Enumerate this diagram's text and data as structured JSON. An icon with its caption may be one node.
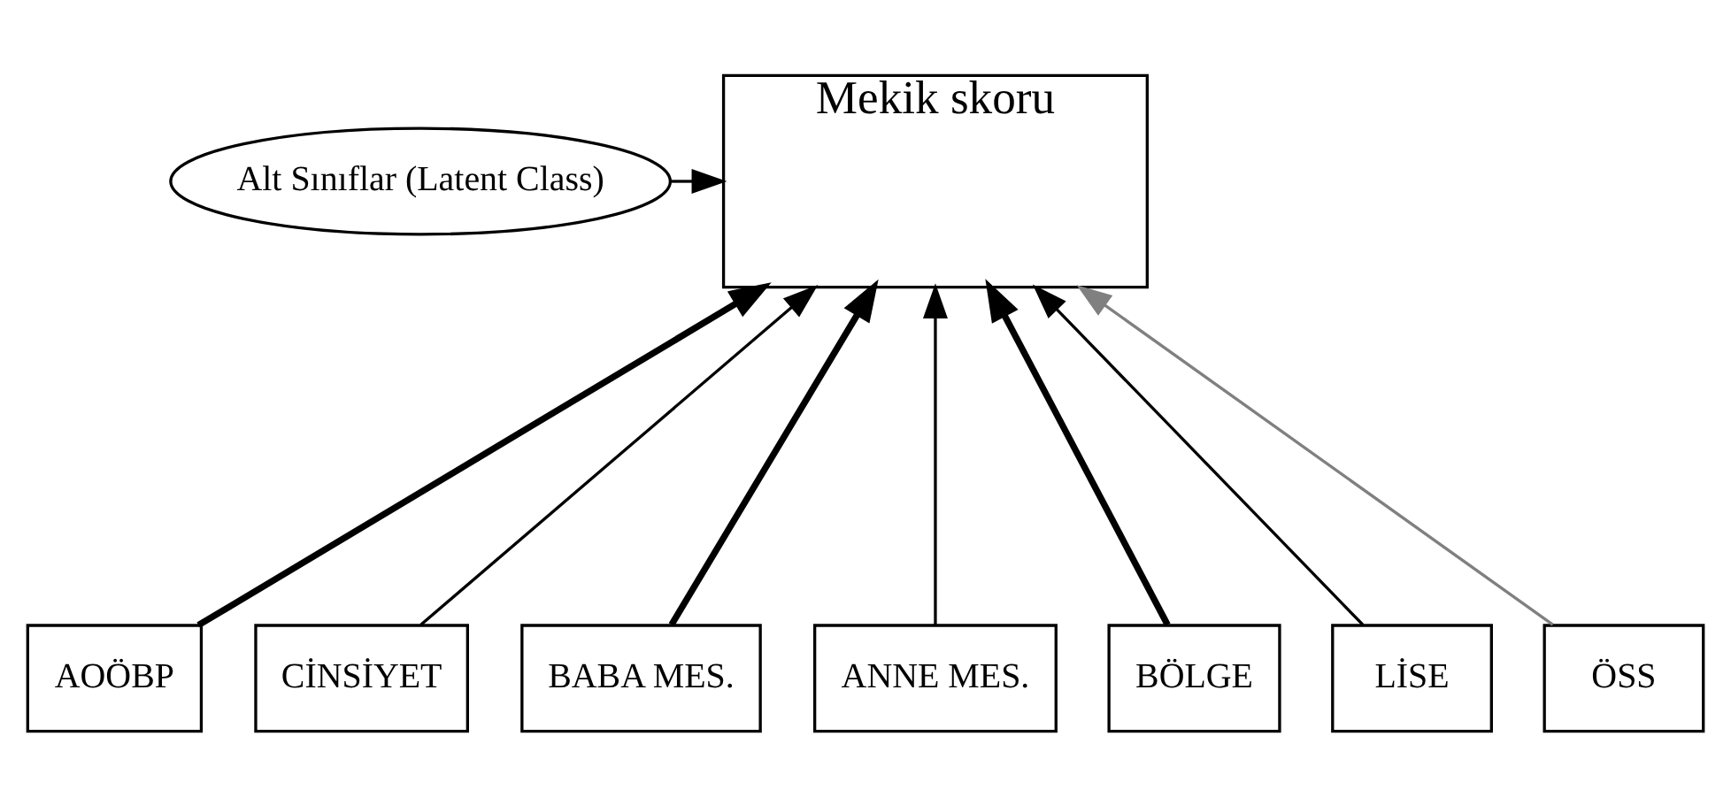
{
  "diagram": {
    "nodes": [
      {
        "text": [
          "Alt Sınıflar (Latent Class)"
        ]
      },
      {
        "text": [
          "Mekik skoru"
        ]
      },
      {
        "text": [
          "AOÖBP"
        ]
      },
      {
        "text": [
          "CİNSİYET"
        ]
      },
      {
        "text": [
          "BABA MES."
        ]
      },
      {
        "text": [
          "ANNE MES."
        ]
      },
      {
        "text": [
          "BÖLGE"
        ]
      },
      {
        "text": [
          "LİSE"
        ]
      },
      {
        "text": [
          "ÖSS"
        ]
      }
    ],
    "edges": [
      {
        "from": 0,
        "to": 1,
        "arrow": "to"
      },
      {
        "from": 2,
        "to": 1,
        "arrow": "to",
        "style": "thick"
      },
      {
        "from": 3,
        "to": 1,
        "arrow": "to"
      },
      {
        "from": 4,
        "to": 1,
        "arrow": "to",
        "style": "thick"
      },
      {
        "from": 5,
        "to": 1,
        "arrow": "to"
      },
      {
        "from": 6,
        "to": 1,
        "arrow": "to",
        "style": "thick"
      },
      {
        "from": 7,
        "to": 1,
        "arrow": "to"
      },
      {
        "from": 8,
        "to": 1,
        "arrow": "to",
        "color": "#808080"
      }
    ]
  }
}
